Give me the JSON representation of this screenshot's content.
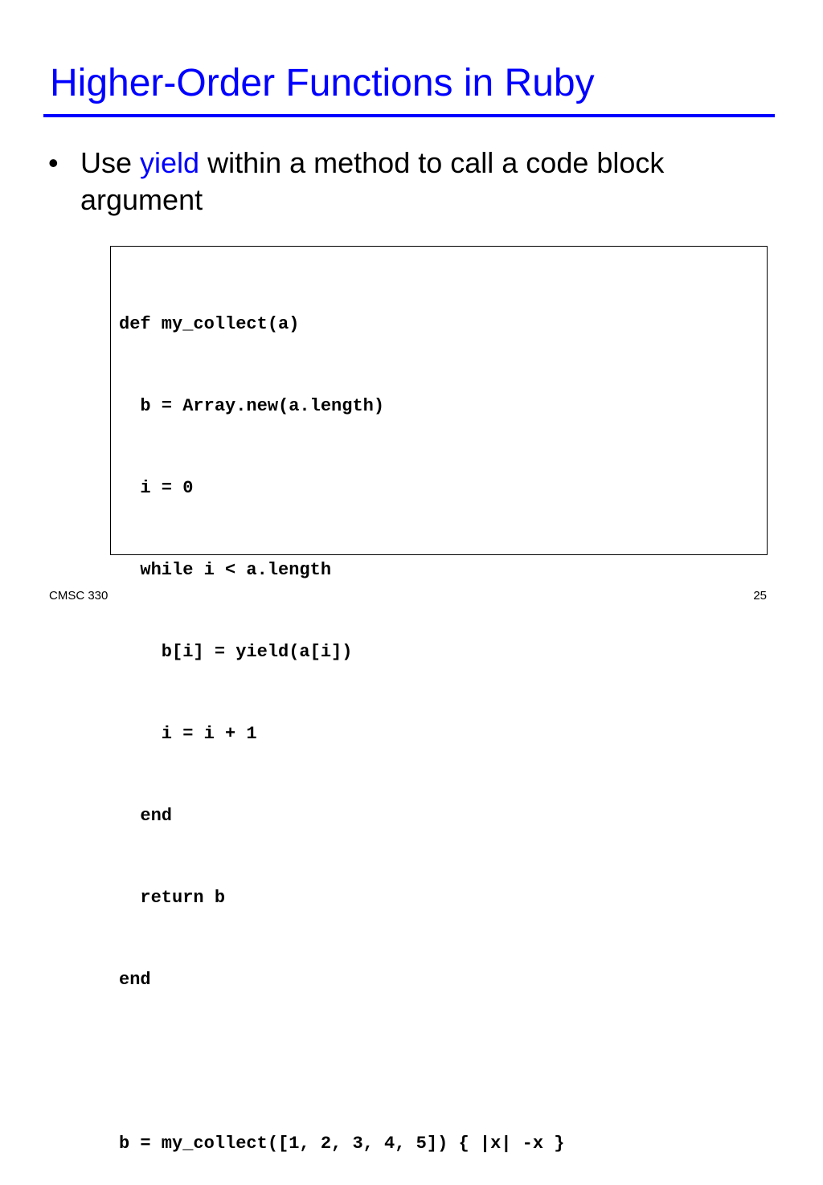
{
  "slide": {
    "title": "Higher-Order Functions in Ruby",
    "bullet": {
      "marker": "•",
      "text_before": "Use ",
      "keyword": "yield",
      "text_after": " within a method to call a code block argument"
    },
    "code": [
      "def my_collect(a)",
      "  b = Array.new(a.length)",
      "  i = 0",
      "  while i < a.length",
      "    b[i] = yield(a[i])",
      "    i = i + 1",
      "  end",
      "  return b",
      "end",
      "",
      "b = my_collect([1, 2, 3, 4, 5]) { |x| -x }"
    ]
  },
  "footer": {
    "course": "CMSC 330",
    "page_number": "25"
  },
  "colors": {
    "accent": "#0000ff",
    "text": "#000000",
    "background": "#ffffff"
  }
}
